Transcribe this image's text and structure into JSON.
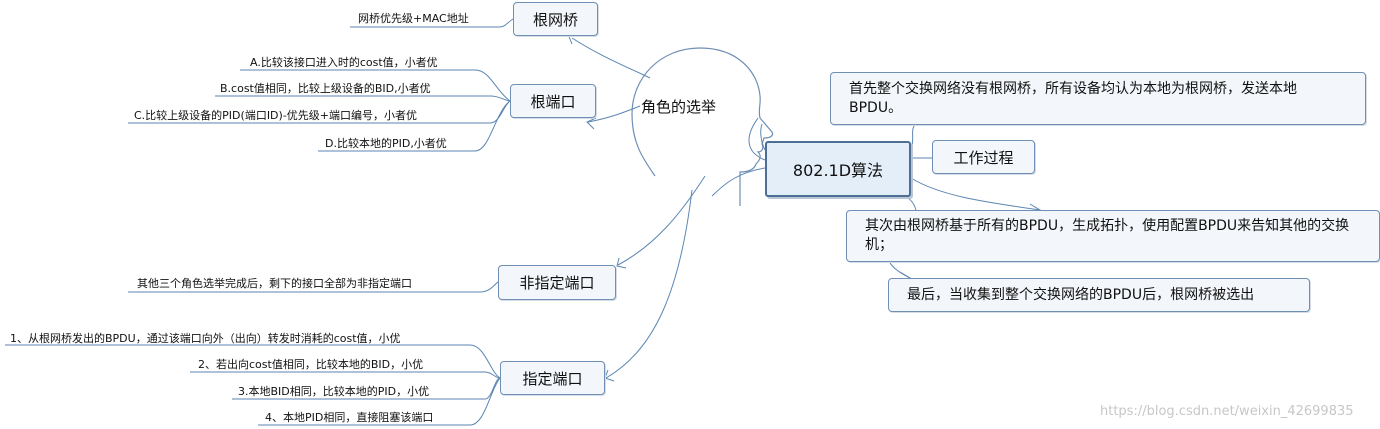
{
  "central": {
    "label": "802.1D算法"
  },
  "head": {
    "label": "角色的选举"
  },
  "roles": {
    "root_bridge": {
      "label": "根网桥",
      "details": [
        "网桥优先级+MAC地址"
      ]
    },
    "root_port": {
      "label": "根端口",
      "details": [
        "A.比较该接口进入时的cost值，小者优",
        "B.cost值相同，比较上级设备的BID,小者优",
        "C.比较上级设备的PID(端口ID)-优先级+端口编号，小者优",
        "D.比较本地的PID,小者优"
      ]
    },
    "non_designated_port": {
      "label": "非指定端口",
      "details": [
        "其他三个角色选举完成后，剩下的接口全部为非指定端口"
      ]
    },
    "designated_port": {
      "label": "指定端口",
      "details": [
        "1、从根网桥发出的BPDU，通过该端口向外（出向）转发时消耗的cost值，小优",
        "2、若出向cost值相同，比较本地的BID，小优",
        "3.本地BID相同，比较本地的PID，小优",
        "4、本地PID相同，直接阻塞该端口"
      ]
    }
  },
  "process": {
    "label": "工作过程",
    "steps": [
      "首先整个交换网络没有根网桥，所有设备均认为本地为根网桥，发送本地BPDU。",
      "其次由根网桥基于所有的BPDU，生成拓扑，使用配置BPDU来告知其他的交换机；",
      "最后，当收集到整个交换网络的BPDU后，根网桥被选出"
    ]
  },
  "watermark": "https://blog.csdn.net/weixin_42699835",
  "colors": {
    "line": "#5b86b3",
    "node_border": "#6f8fb4",
    "node_fill": "#f3f6fa"
  }
}
